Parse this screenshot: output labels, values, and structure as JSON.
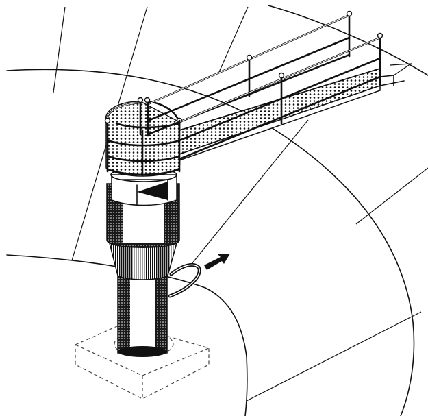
{
  "figure": {
    "colors": {
      "ink": "#111111",
      "paper": "#ffffff",
      "hidden_line": "#444444"
    },
    "parts": [
      "tank-outline",
      "center-column",
      "inlet-pipe",
      "flow-arrow",
      "access-walkway",
      "handrail",
      "center-platform",
      "foundation-pad"
    ]
  }
}
